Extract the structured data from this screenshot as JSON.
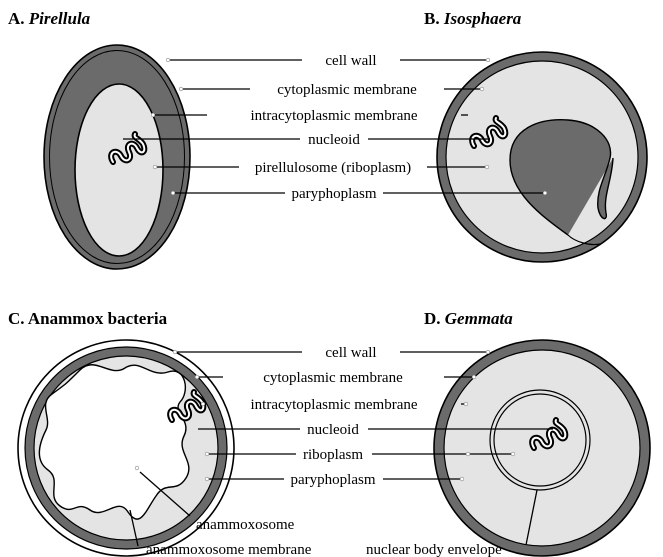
{
  "panels": {
    "a": {
      "letter": "A.",
      "name": "Pirellula"
    },
    "b": {
      "letter": "B.",
      "name": "Isosphaera"
    },
    "c": {
      "letter": "C.",
      "name": "Anammox bacteria"
    },
    "d": {
      "letter": "D.",
      "name": "Gemmata"
    }
  },
  "labels_top": {
    "cell_wall": "cell wall",
    "cytoplasmic_membrane": "cytoplasmic membrane",
    "intracytoplasmic_membrane": "intracytoplasmic membrane",
    "nucleoid": "nucleoid",
    "pirellulosome": "pirellulosome (riboplasm)",
    "paryphoplasm": "paryphoplasm"
  },
  "labels_bottom": {
    "cell_wall": "cell wall",
    "cytoplasmic_membrane": "cytoplasmic membrane",
    "intracytoplasmic_membrane": "intracytoplasmic membrane",
    "nucleoid": "nucleoid",
    "riboplasm": "riboplasm",
    "paryphoplasm": "paryphoplasm",
    "anammoxosome": "anammoxosome",
    "anammoxosome_membrane": "anammoxosome membrane",
    "nuclear_body_envelope": "nuclear body envelope"
  },
  "colors": {
    "dark_gray": "#6b6b6b",
    "light_gray": "#e4e4e4",
    "outline": "#000000",
    "white": "#ffffff"
  }
}
